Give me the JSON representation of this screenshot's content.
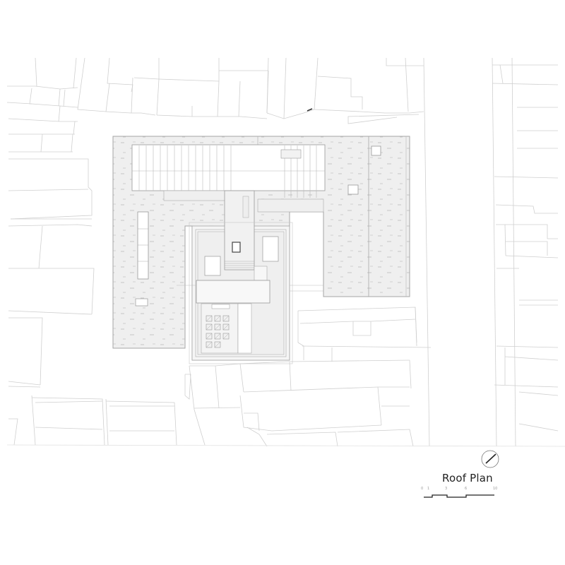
{
  "drawing": {
    "title": "Roof Plan",
    "type": "architectural roof plan",
    "colors": {
      "background": "#ffffff",
      "context_lines": "#c8c8c8",
      "roof_fill": "#efefef",
      "roof_outline": "#a8a8a8",
      "hatch_marks": "#bdbdbd",
      "dark_outline": "#444444"
    }
  },
  "north_arrow": {
    "icon": "north-arrow-icon"
  },
  "scale_bar": {
    "labels": [
      "0",
      "1",
      "3",
      "6",
      "10"
    ]
  },
  "elements": {
    "main_block": "U-shaped roof with hatched surface",
    "skylight_court": "north courtyard with louvers",
    "central_bridge": "central connector with stair",
    "south_court": "inner courtyard with planter grid (11 planters)",
    "east_wing": "east wing roof with two skylights"
  }
}
